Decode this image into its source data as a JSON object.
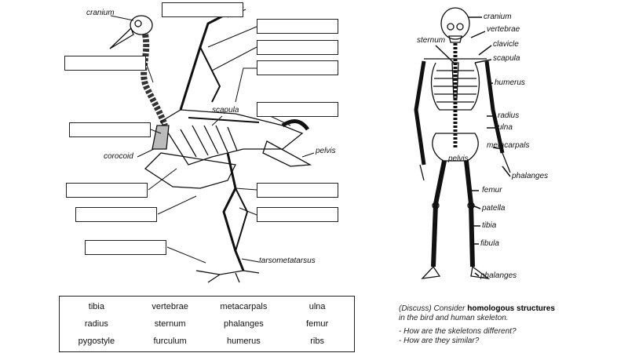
{
  "bird": {
    "labels": {
      "cranium": "cranium",
      "scapula": "scapula",
      "corocoid": "corocoid",
      "pelvis": "pelvis",
      "tarsometatarsus": "tarsometatarsus"
    },
    "blank_count": 12
  },
  "human": {
    "labels": {
      "cranium": "cranium",
      "vertebrae": "vertebrae",
      "sternum": "sternum",
      "clavicle": "clavicle",
      "scapula": "scapula",
      "humerus": "humerus",
      "radius": "radius",
      "ulna": "ulna",
      "metacarpals": "metacarpals",
      "pelvis": "pelvis",
      "phalanges_hand": "phalanges",
      "femur": "femur",
      "patella": "patella",
      "tibia": "tibia",
      "fibula": "fibula",
      "phalanges_foot": "phalanges"
    }
  },
  "word_bank": [
    "tibia",
    "vertebrae",
    "metacarpals",
    "ulna",
    "radius",
    "sternum",
    "phalanges",
    "femur",
    "pygostyle",
    "furculum",
    "humerus",
    "ribs"
  ],
  "discussion": {
    "prefix": "(Discuss) Consider ",
    "bold": "homologous structures",
    "line2": "in the bird and human skeleton.",
    "q1": "- How are the skeletons different?",
    "q2": "- How are they similar?"
  }
}
